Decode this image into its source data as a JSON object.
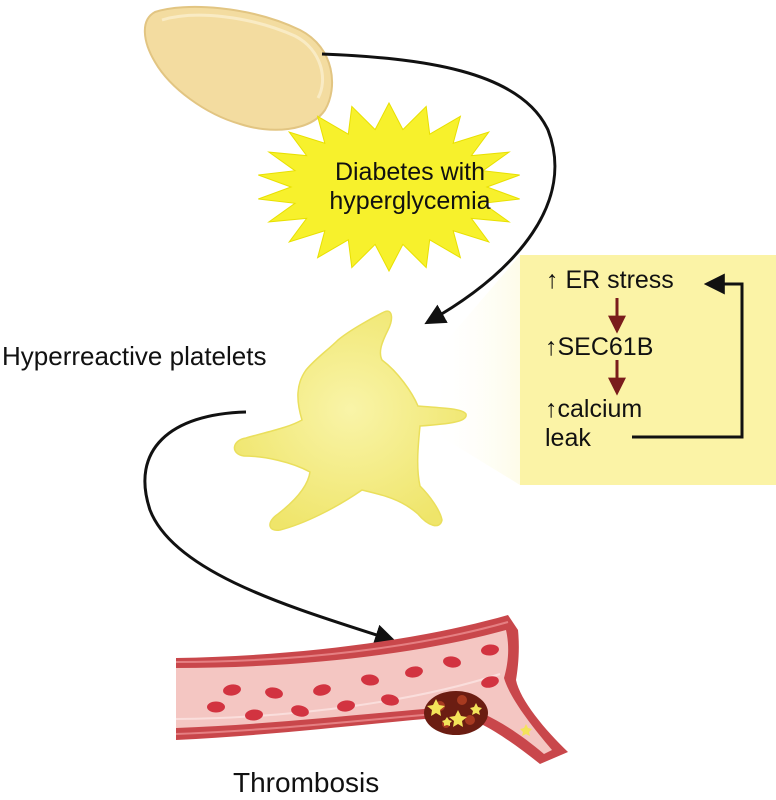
{
  "stimulus": {
    "condition_label": "Diabetes with hyperglycemia"
  },
  "platelets": {
    "label": "Hyperreactive platelets"
  },
  "mechanism_panel": {
    "step1": "↑ ER stress",
    "step2": "↑SEC61B",
    "step3_line1": "↑calcium",
    "step3_line2": "leak"
  },
  "outcome": {
    "label": "Thrombosis"
  },
  "colors": {
    "pancreas_fill": "#f3dca0",
    "starburst_fill": "#f7f12c",
    "platelet_fill": "#f6ef86",
    "panel_fill": "#fbf3a6",
    "mechanism_arrow": "#7a1c1c",
    "vessel_wall": "#c9474b",
    "vessel_lumen": "#f4c6c2",
    "red_blood_cell": "#d23340",
    "clot": "#6b1d12"
  }
}
